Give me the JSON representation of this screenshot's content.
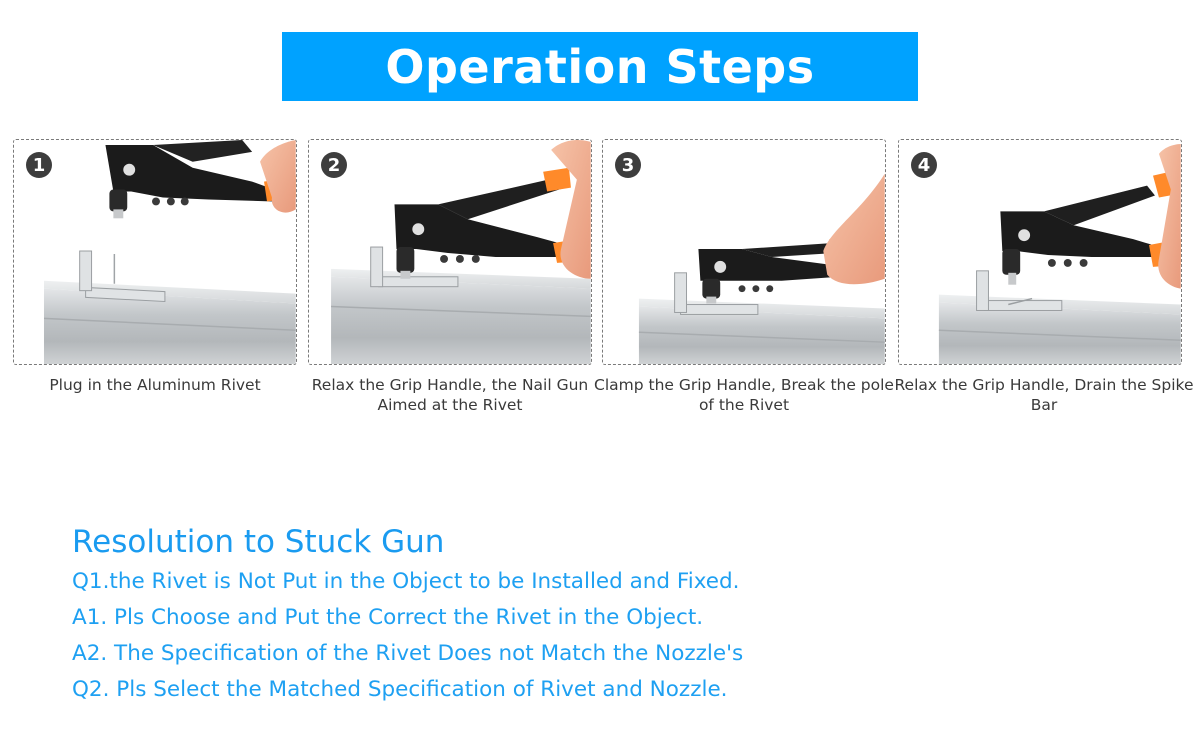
{
  "header": {
    "title": "Operation Steps",
    "banner_color": "#00a2ff"
  },
  "steps": [
    {
      "number": "1",
      "icon": "circled-number-1-icon",
      "caption": "Plug in the Aluminum Rivet",
      "image": "rivet-gun-above-rivet-on-steel-bar"
    },
    {
      "number": "2",
      "icon": "circled-number-2-icon",
      "caption": "Relax the Grip Handle, the Nail Gun Aimed at the Rivet",
      "image": "rivet-gun-aimed-at-rivet"
    },
    {
      "number": "3",
      "icon": "circled-number-3-icon",
      "caption": "Clamp the Grip Handle, Break the pole of the Rivet",
      "image": "rivet-gun-clamped-on-rivet"
    },
    {
      "number": "4",
      "icon": "circled-number-4-icon",
      "caption": "Relax the Grip Handle, Drain the Spike Bar",
      "image": "rivet-gun-released-spike-bar-drained"
    }
  ],
  "resolution": {
    "heading": "Resolution to Stuck Gun",
    "lines": [
      "Q1.the Rivet is Not Put in the Object to be Installed and Fixed.",
      "A1. Pls Choose and Put the Correct the Rivet in the Object.",
      "A2. The Specification of the Rivet Does not Match the Nozzle's",
      "Q2. Pls Select the Matched Specification of Rivet and Nozzle."
    ],
    "text_color": "#1a9bf0"
  },
  "colors": {
    "handle_orange": "#ff8a2a",
    "tool_black": "#1b1b1b",
    "steel_gray": "#c4c8cb",
    "badge_gray": "#3d3d3d"
  }
}
